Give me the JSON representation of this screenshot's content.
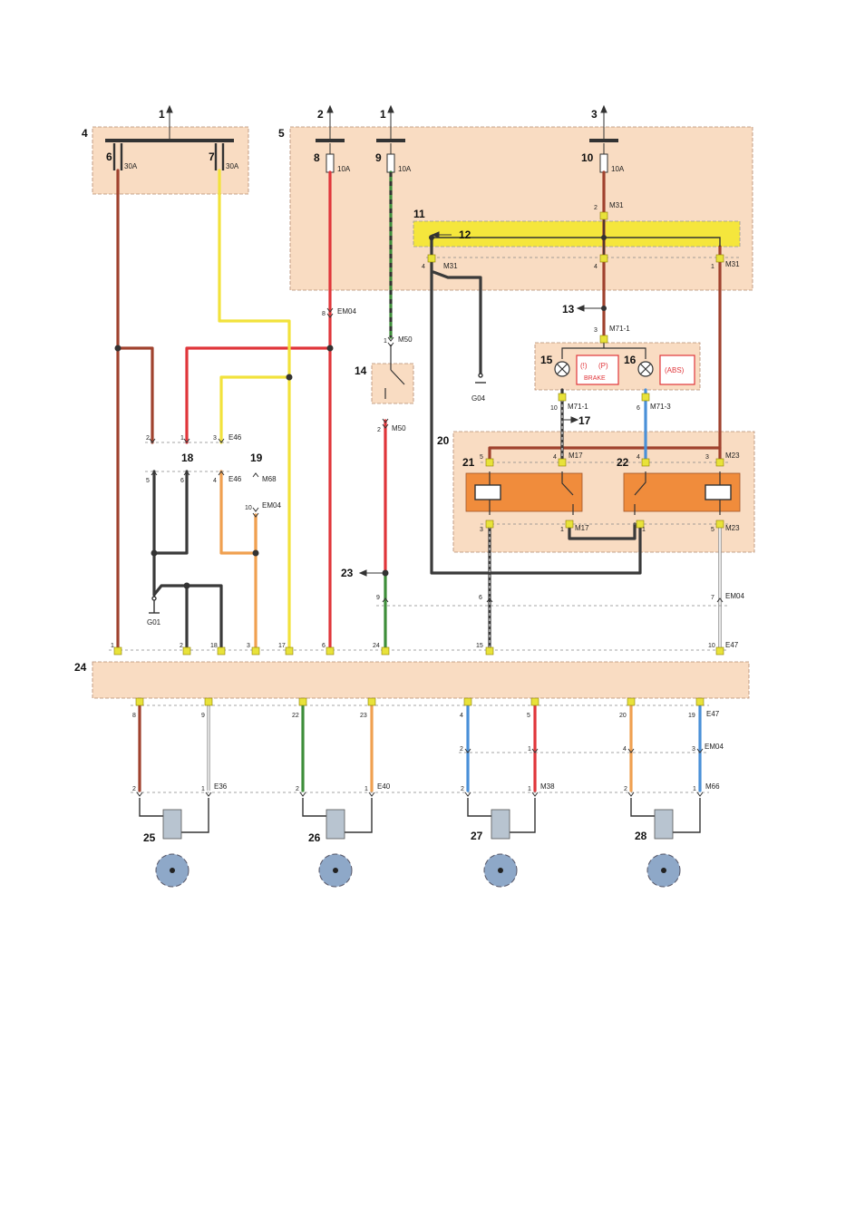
{
  "colors": {
    "brown": "#a0422e",
    "red": "#e0353a",
    "yellow": "#f2e23c",
    "black": "#3a3a3a",
    "orange": "#f0a050",
    "green": "#3e8e3a",
    "blue": "#4a90d8",
    "white": "#d8d8d8",
    "box_fill": "#f9dcc2",
    "bus_fill": "#f5e63c",
    "relay_fill": "#f08c3c",
    "lamp_text": "#e0353a"
  },
  "callouts": {
    "c1a": "1",
    "c2": "2",
    "c1b": "1",
    "c3": "3",
    "c4": "4",
    "c5": "5",
    "c6": "6",
    "c7": "7",
    "c8": "8",
    "c9": "9",
    "c10": "10",
    "c11": "11",
    "c12": "12",
    "c13": "13",
    "c14": "14",
    "c15": "15",
    "c16": "16",
    "c17": "17",
    "c18": "18",
    "c19": "19",
    "c20": "20",
    "c21": "21",
    "c22": "22",
    "c23": "23",
    "c24": "24",
    "c25": "25",
    "c26": "26",
    "c27": "27",
    "c28": "28"
  },
  "fuses": {
    "f6": "30A",
    "f7": "30A",
    "f8": "10A",
    "f9": "10A",
    "f10": "10A"
  },
  "connectors": {
    "m31_top": "M31",
    "m31_l": "M31",
    "m31_r": "M31",
    "em04_a": "EM04",
    "m50_a": "M50",
    "m50_b": "M50",
    "g04": "G04",
    "m71_1a": "M71-1",
    "m71_1b": "M71-1",
    "m71_3": "M71-3",
    "e46_a": "E46",
    "e46_b": "E46",
    "m68": "M68",
    "em04_b": "EM04",
    "m17_a": "M17",
    "m17_b": "M17",
    "m23_a": "M23",
    "m23_b": "M23",
    "g01": "G01",
    "em04_c": "EM04",
    "e47_a": "E47",
    "e47_b": "E47",
    "em04_d": "EM04",
    "e36": "E36",
    "e40": "E40",
    "m38": "M38",
    "m66": "M66"
  },
  "lamps": {
    "brake_text": "BRAKE",
    "brake_sym_1": "(!)",
    "brake_sym_2": "(P)",
    "abs_text": "(ABS)"
  },
  "pins": {
    "p_6": "6",
    "p_7": "7",
    "m31_2": "2",
    "m31_4l": "4",
    "m31_4m": "4",
    "m31_1": "1",
    "em04_8": "8",
    "m50_1": "1",
    "m50_2": "2",
    "m71_3": "3",
    "m71_10": "10",
    "m71_6": "6",
    "e46_2": "2",
    "e46_1": "1",
    "e46_3": "3",
    "e46_5": "5",
    "e46_6": "6",
    "e46_4": "4",
    "em04_10": "10",
    "m17_5": "5",
    "m17_4": "4",
    "m23_4": "4",
    "m23_3": "3",
    "m17_3": "3",
    "m17_1": "1",
    "m23_1": "1",
    "m23_5": "5",
    "em04_9": "9",
    "em04_6": "6",
    "em04_7": "7",
    "t1": "1",
    "t2": "2",
    "t18": "18",
    "t3": "3",
    "t17": "17",
    "t6": "6",
    "t24": "24",
    "t15": "15",
    "t10": "10",
    "b8": "8",
    "b9": "9",
    "b22": "22",
    "b23": "23",
    "b4": "4",
    "b5": "5",
    "b20": "20",
    "b19": "19",
    "d2": "2",
    "d1": "1",
    "d4": "4",
    "d3": "3",
    "s25_2": "2",
    "s25_1": "1",
    "s26_2": "2",
    "s26_1": "1",
    "s27_2": "2",
    "s27_1": "1",
    "s28_2": "2",
    "s28_1": "1"
  }
}
